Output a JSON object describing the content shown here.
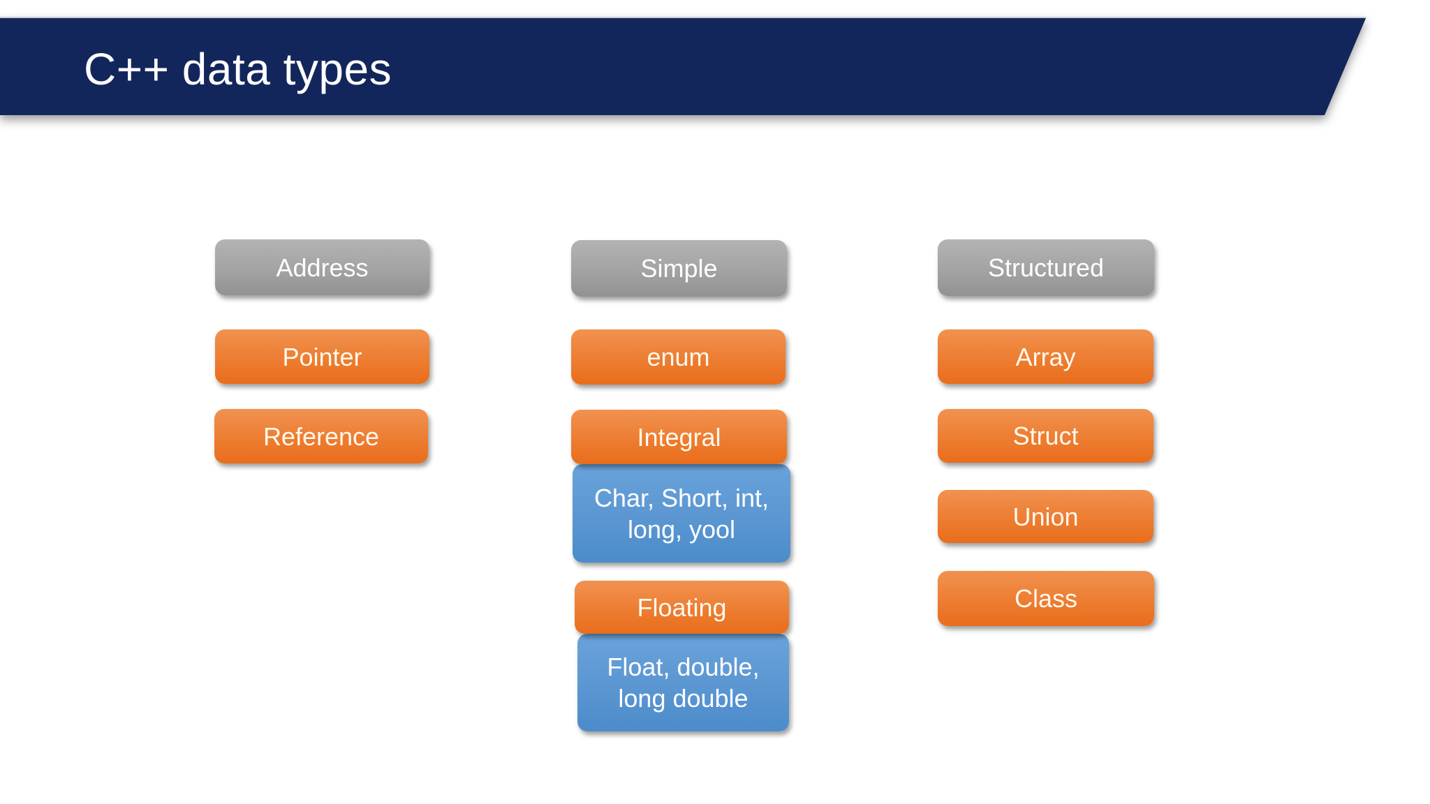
{
  "header": {
    "title": "C++ data types"
  },
  "columns": [
    {
      "header": {
        "label": "Address"
      },
      "items": [
        {
          "label": "Pointer",
          "variant": "orange"
        },
        {
          "label": "Reference",
          "variant": "orange"
        }
      ]
    },
    {
      "header": {
        "label": "Simple"
      },
      "items": [
        {
          "label": "enum",
          "variant": "orange"
        },
        {
          "label": "Integral",
          "variant": "orange"
        },
        {
          "label": "Char, Short, int,\nlong, yool",
          "variant": "blue"
        },
        {
          "label": "Floating",
          "variant": "orange"
        },
        {
          "label": "Float, double,\nlong double",
          "variant": "blue"
        }
      ]
    },
    {
      "header": {
        "label": "Structured"
      },
      "items": [
        {
          "label": "Array",
          "variant": "orange"
        },
        {
          "label": "Struct",
          "variant": "orange"
        },
        {
          "label": "Union",
          "variant": "orange"
        },
        {
          "label": "Class",
          "variant": "orange"
        }
      ]
    }
  ],
  "colors": {
    "header_navy": "#13265c",
    "header_hairline": "#c9cdd6",
    "box_orange": "#ed7d31",
    "box_gray": "#a3a3a3",
    "box_blue": "#5b96d2",
    "text_white": "#ffffff",
    "page_background": "#ffffff"
  }
}
